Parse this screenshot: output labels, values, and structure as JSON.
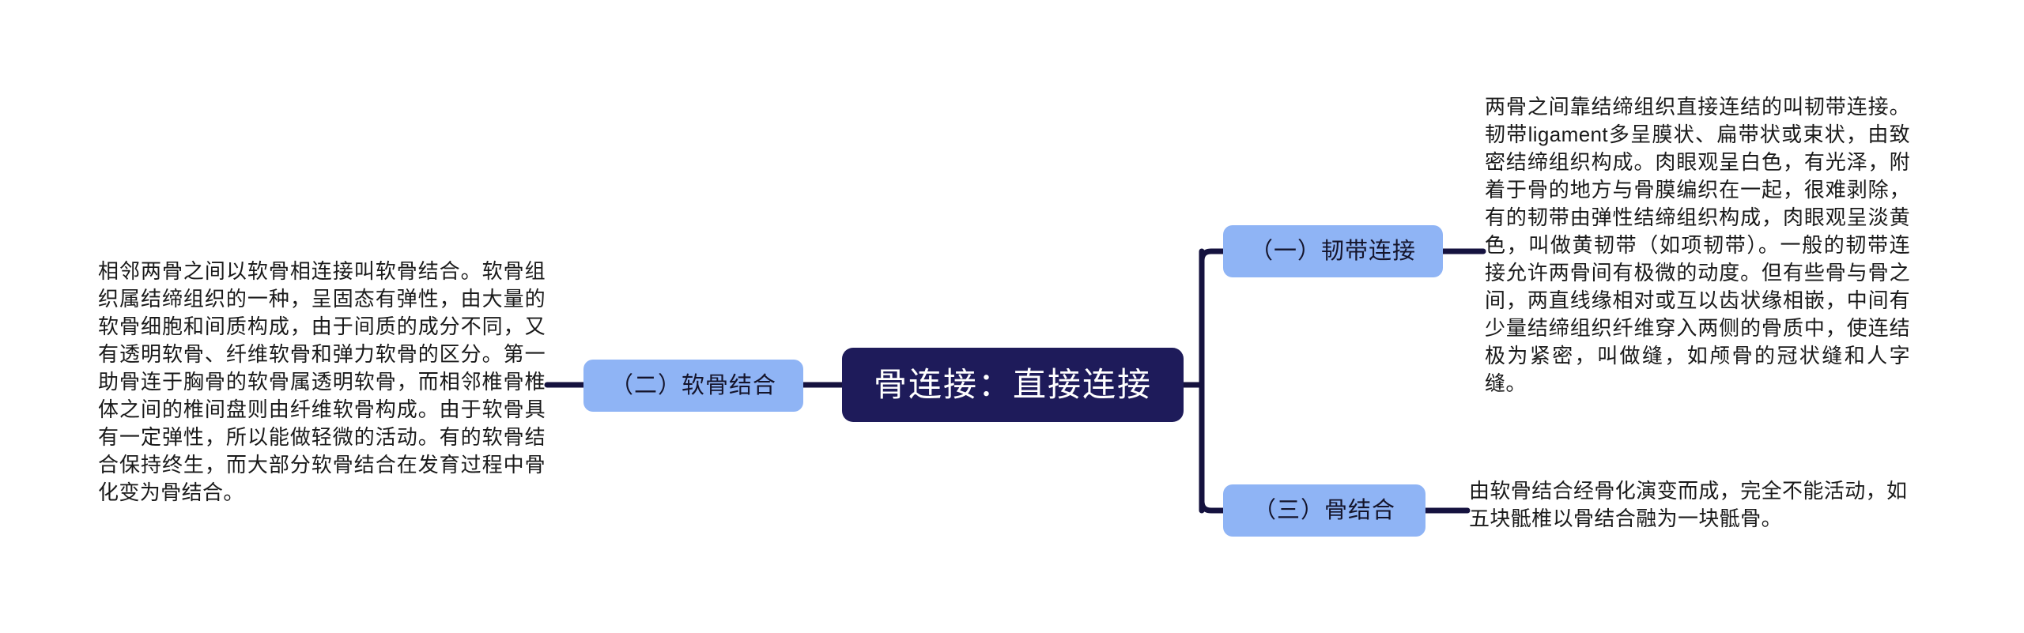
{
  "diagram": {
    "type": "mind-map",
    "colors": {
      "central_node_bg": "#1e1b5a",
      "central_node_text": "#ffffff",
      "branch_node_bg": "#8fb4f5",
      "branch_node_text": "#14142b",
      "connector_line": "#15123f",
      "page_bg": "#ffffff",
      "body_text": "#1a1a1a"
    },
    "central": {
      "label": "骨连接：直接连接"
    },
    "branches": [
      {
        "id": "ligament",
        "label": "（一）韧带连接",
        "detail": "两骨之间靠结缔组织直接连结的叫韧带连接。韧带ligament多呈膜状、扁带状或束状，由致密结缔组织构成。肉眼观呈白色，有光泽，附着于骨的地方与骨膜编织在一起，很难剥除，有的韧带由弹性结缔组织构成，肉眼观呈淡黄色，叫做黄韧带（如项韧带）。一般的韧带连接允许两骨间有极微的动度。但有些骨与骨之间，两直线缘相对或互以齿状缘相嵌，中间有少量结缔组织纤维穿入两侧的骨质中，使连结极为紧密，叫做缝，如颅骨的冠状缝和人字缝。"
      },
      {
        "id": "cartilage",
        "label": "（二）软骨结合",
        "detail": "相邻两骨之间以软骨相连接叫软骨结合。软骨组织属结缔组织的一种，呈固态有弹性，由大量的软骨细胞和间质构成，由于间质的成分不同，又有透明软骨、纤维软骨和弹力软骨的区分。第一助骨连于胸骨的软骨属透明软骨，而相邻椎骨椎体之间的椎间盘则由纤维软骨构成。由于软骨具有一定弹性，所以能做轻微的活动。有的软骨结合保持终生，而大部分软骨结合在发育过程中骨化变为骨结合。"
      },
      {
        "id": "synostosis",
        "label": "（三）骨结合",
        "detail": "由软骨结合经骨化演变而成，完全不能活动，如五块骶椎以骨结合融为一块骶骨。"
      }
    ]
  }
}
